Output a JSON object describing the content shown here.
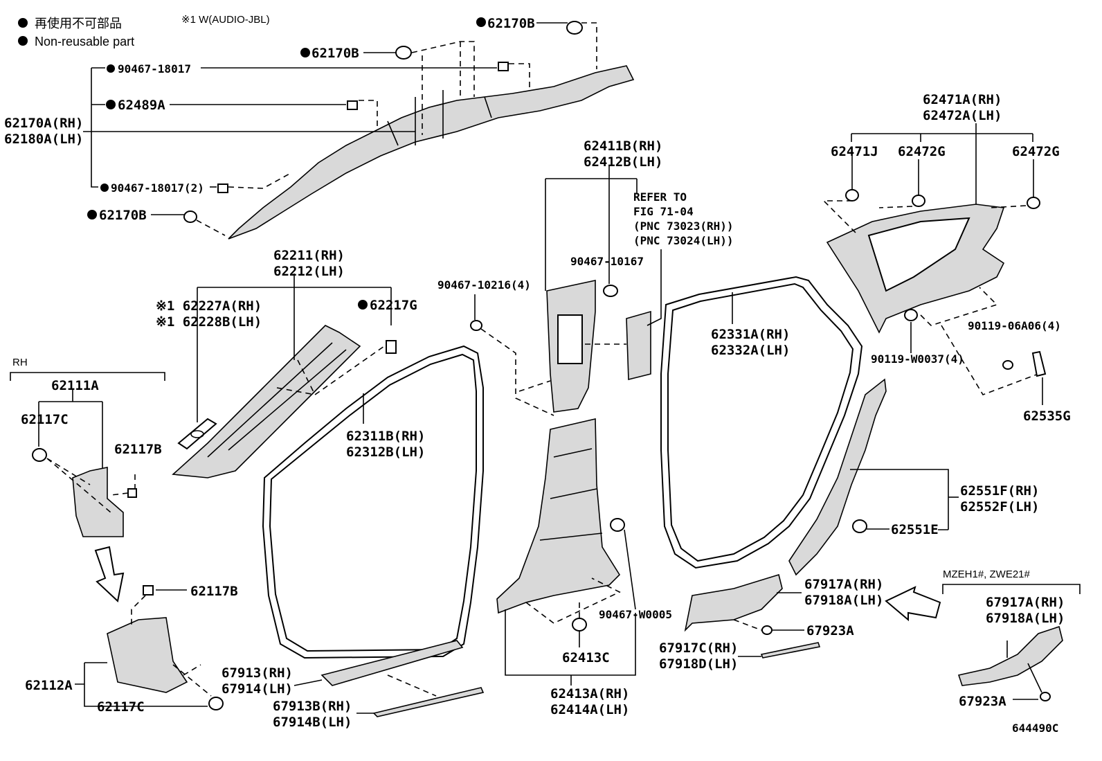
{
  "legend": {
    "jp": "再使用不可部品",
    "en": "Non-reusable part",
    "note": "※1 W(AUDIO-JBL)"
  },
  "labels": {
    "p62170B_1": "62170B",
    "p62170B_2": "62170B",
    "p90467_18017": "90467-18017",
    "p62489A": "62489A",
    "p62170A": "62170A(RH)",
    "p62180A": "62180A(LH)",
    "p90467_18017_2": "90467-18017(2)",
    "p62170B_3": "62170B",
    "p62211": "62211(RH)",
    "p62212": "62212(LH)",
    "p62227A": "※1 62227A(RH)",
    "p62228B": "※1 62228B(LH)",
    "p62217G": "62217G",
    "rh": "RH",
    "p62111A": "62111A",
    "p62117C_1": "62117C",
    "p62117B_1": "62117B",
    "p62117B_2": "62117B",
    "p62112A": "62112A",
    "p62117C_2": "62117C",
    "p62311B": "62311B(RH)",
    "p62312B": "62312B(LH)",
    "p67913": "67913(RH)",
    "p67914": "67914(LH)",
    "p67913B": "67913B(RH)",
    "p67914B": "67914B(LH)",
    "p62411B": "62411B(RH)",
    "p62412B": "62412B(LH)",
    "refer1": "REFER TO",
    "refer2": "FIG 71-04",
    "refer3": "(PNC 73023(RH))",
    "refer4": "(PNC 73024(LH))",
    "p90467_10167": "90467-10167",
    "p90467_10216": "90467-10216(4)",
    "p90467_W0005": "90467-W0005",
    "p62413C": "62413C",
    "p62413A": "62413A(RH)",
    "p62414A": "62414A(LH)",
    "p62331A": "62331A(RH)",
    "p62332A": "62332A(LH)",
    "p62471A": "62471A(RH)",
    "p62472A": "62472A(LH)",
    "p62471J": "62471J",
    "p62472G_1": "62472G",
    "p62472G_2": "62472G",
    "p90119_06A06": "90119-06A06(4)",
    "p90119_W0037": "90119-W0037(4)",
    "p62535G": "62535G",
    "p62551F": "62551F(RH)",
    "p62552F": "62552F(LH)",
    "p62551E": "62551E",
    "p67917A_1": "67917A(RH)",
    "p67918A_1": "67918A(LH)",
    "p67923A_1": "67923A",
    "p67917C": "67917C(RH)",
    "p67918D": "67918D(LH)",
    "mzeh": "MZEH1#, ZWE21#",
    "p67917A_2": "67917A(RH)",
    "p67918A_2": "67918A(LH)",
    "p67923A_2": "67923A",
    "code": "644490C"
  }
}
